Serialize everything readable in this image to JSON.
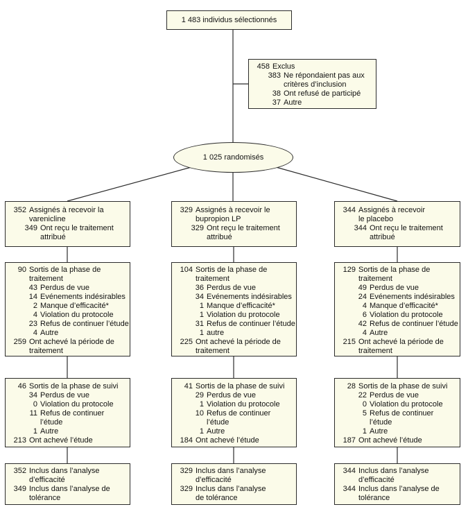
{
  "colors": {
    "box_fill": "#fbfbe9",
    "box_border": "#2b2b2b",
    "line_color": "#2b2b2b",
    "background": "#ffffff",
    "text": "#111111"
  },
  "diagram": {
    "selected_box": {
      "text": "1 483 individus sélectionnés"
    },
    "excluded_box": {
      "lines": [
        {
          "num": "458",
          "text": "Exclus",
          "indent": 0
        },
        {
          "num": "383",
          "text": "Ne répondaient pas aux\ncritères d’inclusion",
          "indent": 1
        },
        {
          "num": "38",
          "text": "Ont refusé de participé",
          "indent": 1
        },
        {
          "num": "37",
          "text": "Autre",
          "indent": 1
        }
      ]
    },
    "randomized_ellipse": {
      "text": "1 025 randomisés"
    },
    "columns": [
      {
        "id": "varenicline",
        "assigned": {
          "lines": [
            {
              "num": "352",
              "text": "Assignés à recevoir la\nvarenicline",
              "indent": 0
            },
            {
              "num": "349",
              "text": "Ont reçu le traitement\nattribué",
              "indent": 1
            }
          ]
        },
        "treatment": {
          "lines": [
            {
              "num": "90",
              "text": "Sortis de la phase de\ntraitement",
              "indent": 0
            },
            {
              "num": "43",
              "text": "Perdus de vue",
              "indent": 1
            },
            {
              "num": "14",
              "text": "Evénements indésirables",
              "indent": 1
            },
            {
              "num": "2",
              "text": "Manque d’efficacité*",
              "indent": 1
            },
            {
              "num": "4",
              "text": "Violation du protocole",
              "indent": 1
            },
            {
              "num": "23",
              "text": "Refus de continuer l’étude",
              "indent": 1
            },
            {
              "num": "4",
              "text": "Autre",
              "indent": 1
            },
            {
              "num": "259",
              "text": "Ont achevé la période de\ntraitement",
              "indent": 0
            }
          ]
        },
        "followup": {
          "lines": [
            {
              "num": "46",
              "text": "Sortis de la phase de suivi",
              "indent": 0
            },
            {
              "num": "34",
              "text": "Perdus de vue",
              "indent": 1
            },
            {
              "num": "0",
              "text": "Violation du protocole",
              "indent": 1
            },
            {
              "num": "11",
              "text": "Refus de continuer\nl’étude",
              "indent": 1
            },
            {
              "num": "1",
              "text": "Autre",
              "indent": 1
            },
            {
              "num": "213",
              "text": "Ont achevé l’étude",
              "indent": 0
            }
          ]
        },
        "analysis": {
          "lines": [
            {
              "num": "352",
              "text": "Inclus dans l’analyse\nd’efficacité",
              "indent": 0
            },
            {
              "num": "349",
              "text": "Inclus dans l’analyse de\ntolérance",
              "indent": 0
            }
          ]
        }
      },
      {
        "id": "bupropion",
        "assigned": {
          "lines": [
            {
              "num": "329",
              "text": "Assignés à recevoir le\nbupropion LP",
              "indent": 0
            },
            {
              "num": "329",
              "text": "Ont reçu le traitement\nattribué",
              "indent": 1
            }
          ]
        },
        "treatment": {
          "lines": [
            {
              "num": "104",
              "text": "Sortis de la phase de\ntraitement",
              "indent": 0
            },
            {
              "num": "36",
              "text": "Perdus de vue",
              "indent": 1
            },
            {
              "num": "34",
              "text": "Evénements indésirables",
              "indent": 1
            },
            {
              "num": "1",
              "text": "Manque d’efficacité*",
              "indent": 1
            },
            {
              "num": "1",
              "text": "Violation du protocole",
              "indent": 1
            },
            {
              "num": "31",
              "text": "Refus de continuer l’étude",
              "indent": 1
            },
            {
              "num": "1",
              "text": "autre",
              "indent": 1
            },
            {
              "num": "225",
              "text": "Ont achevé la période de\ntraitement",
              "indent": 0
            }
          ]
        },
        "followup": {
          "lines": [
            {
              "num": "41",
              "text": "Sortis de la phase de suivi",
              "indent": 0
            },
            {
              "num": "29",
              "text": "Perdus de vue",
              "indent": 1
            },
            {
              "num": "1",
              "text": "Violation du protocole",
              "indent": 1
            },
            {
              "num": "10",
              "text": "Refus de continuer\nl’étude",
              "indent": 1
            },
            {
              "num": "1",
              "text": "Autre",
              "indent": 1
            },
            {
              "num": "184",
              "text": "Ont achevé l’étude",
              "indent": 0
            }
          ]
        },
        "analysis": {
          "lines": [
            {
              "num": "329",
              "text": "Inclus dans l’analyse\nd’efficacité",
              "indent": 0
            },
            {
              "num": "329",
              "text": "Inclus dans l’analyse\nde tolérance",
              "indent": 0
            }
          ]
        }
      },
      {
        "id": "placebo",
        "assigned": {
          "lines": [
            {
              "num": "344",
              "text": "Assignés à recevoir\nle placebo",
              "indent": 0
            },
            {
              "num": "344",
              "text": "Ont reçu le traitement\nattribué",
              "indent": 1
            }
          ]
        },
        "treatment": {
          "lines": [
            {
              "num": "129",
              "text": "Sortis de la phase de\ntraitement",
              "indent": 0
            },
            {
              "num": "49",
              "text": "Perdus de vue",
              "indent": 1
            },
            {
              "num": "24",
              "text": "Evénements indésirables",
              "indent": 1
            },
            {
              "num": "4",
              "text": "Manque d’efficacité*",
              "indent": 1
            },
            {
              "num": "6",
              "text": "Violation du protocole",
              "indent": 1
            },
            {
              "num": "42",
              "text": "Refus de continuer l’étude",
              "indent": 1
            },
            {
              "num": "4",
              "text": "Autre",
              "indent": 1
            },
            {
              "num": "215",
              "text": "Ont achevé la période de\ntraitement",
              "indent": 0
            }
          ]
        },
        "followup": {
          "lines": [
            {
              "num": "28",
              "text": "Sortis de la phase de suivi",
              "indent": 0
            },
            {
              "num": "22",
              "text": "Perdus de vue",
              "indent": 1
            },
            {
              "num": "0",
              "text": "Violation du protocole",
              "indent": 1
            },
            {
              "num": "5",
              "text": "Refus de continuer\nl’étude",
              "indent": 1
            },
            {
              "num": "1",
              "text": "Autre",
              "indent": 1
            },
            {
              "num": "187",
              "text": "Ont achevé l’étude",
              "indent": 0
            }
          ]
        },
        "analysis": {
          "lines": [
            {
              "num": "344",
              "text": "Inclus dans l’analyse\nd’efficacité",
              "indent": 0
            },
            {
              "num": "344",
              "text": "Inclus dans l’analyse de\ntolérance",
              "indent": 0
            }
          ]
        }
      }
    ]
  }
}
